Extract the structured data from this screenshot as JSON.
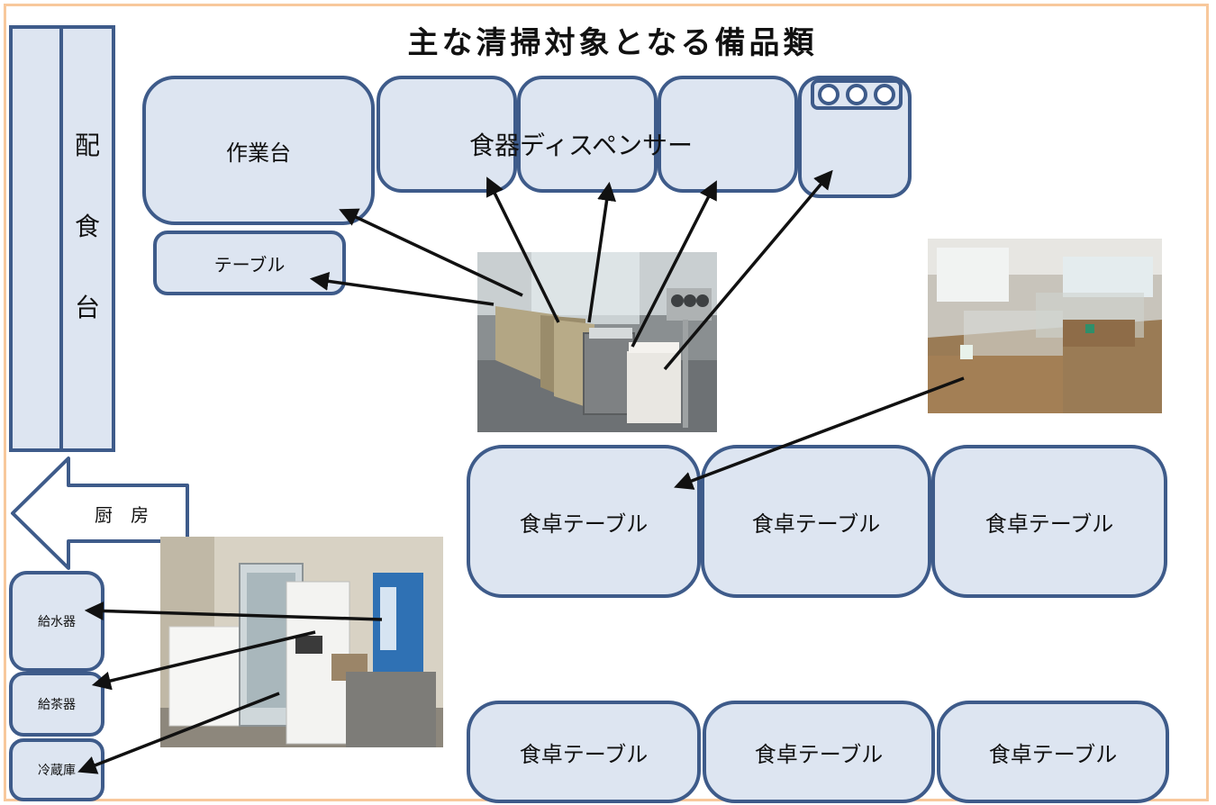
{
  "title": "主な清掃対象となる備品類",
  "serving_counter": {
    "chars": [
      "配",
      "食",
      "台"
    ]
  },
  "kitchen_label": "厨　房",
  "work_table": "作業台",
  "small_table": "テーブル",
  "dish_dispenser": "食器ディスペンサー",
  "utensil_holder": {
    "slots": 3
  },
  "dining_tables": [
    "食卓テーブル",
    "食卓テーブル",
    "食卓テーブル",
    "食卓テーブル",
    "食卓テーブル",
    "食卓テーブル"
  ],
  "appliances": {
    "water_dispenser": "給水器",
    "tea_dispenser": "給茶器",
    "refrigerator": "冷蔵庫"
  },
  "colors": {
    "box_fill": "#dde5f1",
    "box_stroke": "#3e5b8a",
    "frame": "#f8c89c"
  }
}
